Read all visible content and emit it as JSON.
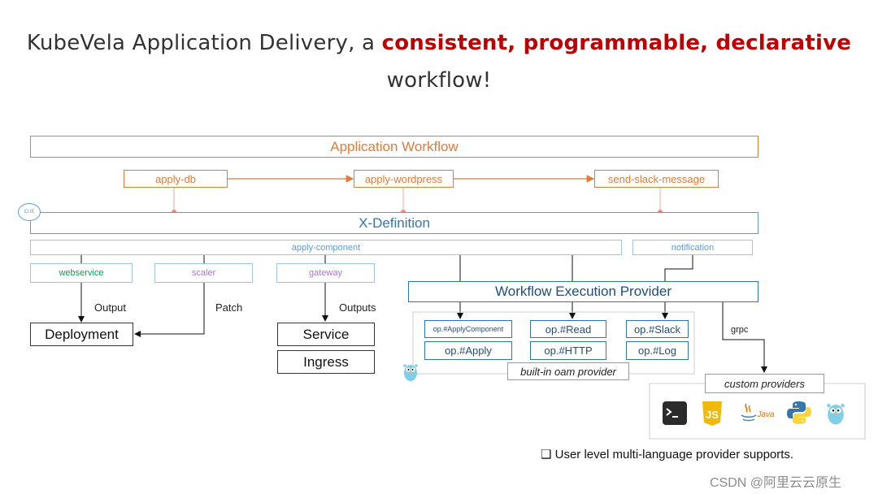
{
  "title": {
    "line1_plain": "KubeVela Application Delivery, a ",
    "line1_highlight": "consistent, programmable, declarative",
    "line2": "workflow!"
  },
  "workflow": {
    "label": "Application Workflow",
    "steps": [
      "apply-db",
      "apply-wordpress",
      "send-slack-message"
    ]
  },
  "cue_badge": "CUE",
  "xdefinition": {
    "label": "X-Definition"
  },
  "apply_component": {
    "label": "apply-component"
  },
  "notification": {
    "label": "notification"
  },
  "components": [
    {
      "label": "webservice",
      "color": "#00a651",
      "edge_label": "Output"
    },
    {
      "label": "scaler",
      "color": "#a678c9",
      "edge_label": "Patch"
    },
    {
      "label": "gateway",
      "color": "#a678c9",
      "edge_label": "Outputs"
    }
  ],
  "resources": {
    "deployment": "Deployment",
    "service": "Service",
    "ingress": "Ingress"
  },
  "provider": {
    "label": "Workflow Execution Provider",
    "grpc_label": "grpc"
  },
  "ops": [
    "op.#ApplyComponent",
    "op.#Read",
    "op.#Slack",
    "op.#Apply",
    "op.#HTTP",
    "op.#Log"
  ],
  "builtin_label": "built-in oam provider",
  "custom_label": "custom providers",
  "custom_icons": [
    "terminal-icon",
    "javascript-icon",
    "java-icon",
    "python-icon",
    "go-gopher-icon"
  ],
  "java_text": "Java",
  "js_text": "JS",
  "footnote": {
    "bullet": "❑",
    "text": "User level multi-language provider supports."
  },
  "watermark": "CSDN @阿里云云原生"
}
